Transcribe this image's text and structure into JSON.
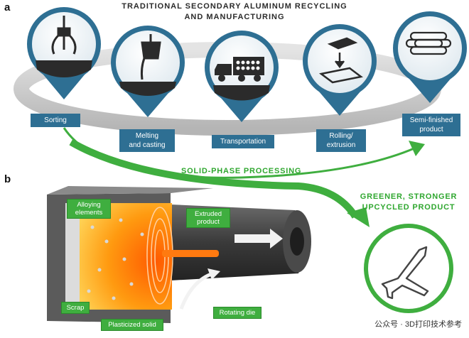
{
  "panel_a": {
    "letter": "a",
    "title_line1": "TRADITIONAL SECONDARY ALUMINUM RECYCLING",
    "title_line2": "AND MANUFACTURING",
    "stages": [
      {
        "label": "Sorting",
        "icon": "claw-scrap-icon"
      },
      {
        "label": "Melting\nand casting",
        "icon": "ladle-pour-icon"
      },
      {
        "label": "Transportation",
        "icon": "truck-icon"
      },
      {
        "label": "Rolling/\nextrusion",
        "icon": "ingot-sheet-icon"
      },
      {
        "label": "Semi-finished\nproduct",
        "icon": "pipes-stack-icon"
      }
    ],
    "pin_color": "#2e6f93",
    "ring_color": "#c9c9c9"
  },
  "arrow": {
    "label": "SOLID-PHASE PROCESSING",
    "color": "#3fae3f"
  },
  "panel_b": {
    "letter": "b",
    "result_line1": "GREENER, STRONGER",
    "result_line2": "UPCYCLED PRODUCT",
    "result_icon": "airplane-icon",
    "callouts": {
      "alloying": "Alloying\nelements",
      "extruded": "Extruded\nproduct",
      "scrap": "Scrap",
      "plasticized": "Plasticized solid",
      "rotating": "Rotating die"
    }
  },
  "watermark": "公众号 · 3D打印技术参考"
}
